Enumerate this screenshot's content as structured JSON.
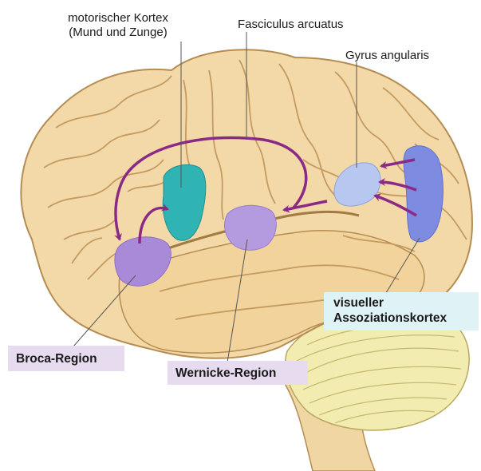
{
  "labels": {
    "motor_cortex_line1": "motorischer Kortex",
    "motor_cortex_line2": "(Mund und Zunge)",
    "fasciculus": "Fasciculus arcuatus",
    "gyrus_angularis": "Gyrus angularis",
    "visual_line1": "visueller",
    "visual_line2": "Assoziationskortex",
    "broca": "Broca-Region",
    "wernicke": "Wernicke-Region"
  },
  "colors": {
    "brain_fill": "#f3d9a7",
    "brain_shade": "#d9b57a",
    "brain_line": "#b58d52",
    "cerebellum": "#f2ecb0",
    "motor_area": "#2fb4b3",
    "broca_area": "#a98ad8",
    "wernicke_area": "#b49be0",
    "visual_area": "#7d8be0",
    "gyrus_area": "#b7c7f0",
    "arrow": "#8a2a86",
    "label_box_purple": "#e7dbef",
    "label_box_cyan": "#dff3f6"
  }
}
